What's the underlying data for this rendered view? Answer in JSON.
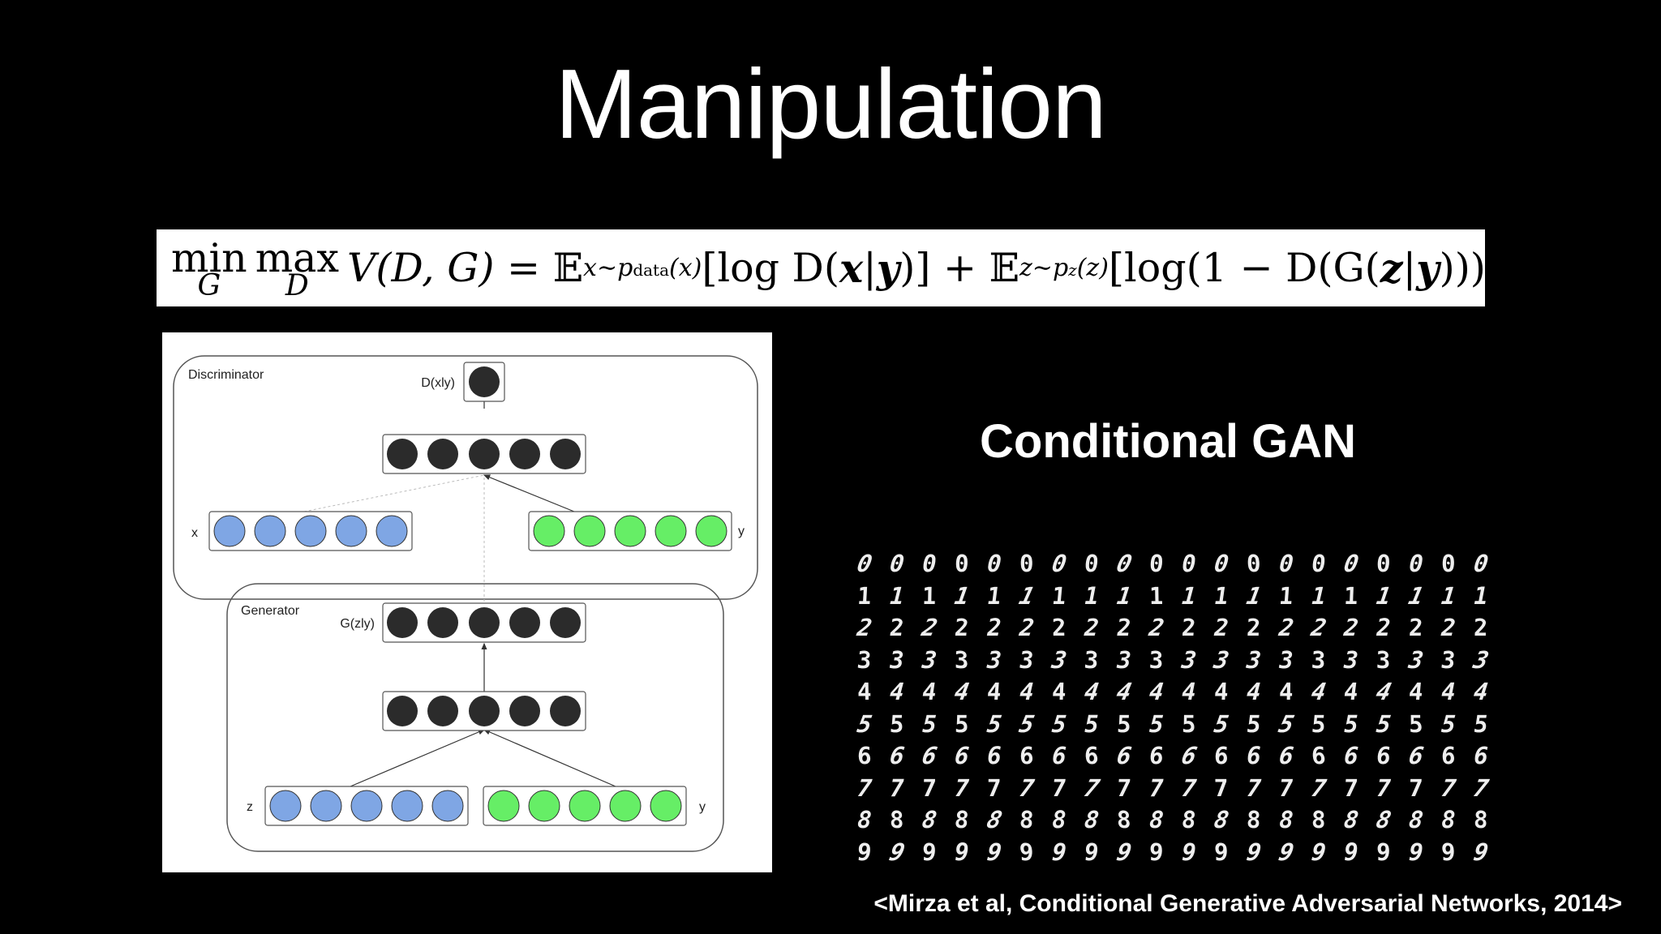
{
  "slide": {
    "title": "Manipulation",
    "subtitle": "Conditional GAN",
    "citation": "<Mirza et al, Conditional Generative Adversarial Networks, 2014>"
  },
  "formula": {
    "min_word": "min",
    "min_under": "G",
    "max_word": "max",
    "max_under": "D",
    "lhs": "V(D, G) =",
    "e1": "𝔼",
    "e1_sub": "x∼p",
    "e1_subsub": "data",
    "e1_subarg": "(x)",
    "term1": "[log D(",
    "x": "x",
    "bar1": "|",
    "y1": "y",
    "close1": ")] +",
    "e2": "𝔼",
    "e2_sub": "z∼p",
    "e2_subsub": "z",
    "e2_subarg": "(z)",
    "term2": "[log(1 − D(G(",
    "z": "z",
    "bar2": "|",
    "y2": "y",
    "close2": "))))]."
  },
  "diagram": {
    "discriminator_label": "Discriminator",
    "generator_label": "Generator",
    "d_output_label": "D(xly)",
    "g_output_label": "G(zly)",
    "x_label": "x",
    "y_top_label": "y",
    "z_label": "z",
    "y_bottom_label": "y",
    "colors": {
      "dark_node": "#2b2b2b",
      "blue_node": "#7fa6e4",
      "green_node": "#66ee66"
    }
  },
  "digits": {
    "rows": [
      [
        "0",
        "0",
        "0",
        "0",
        "0",
        "0",
        "0",
        "0",
        "0",
        "0",
        "0",
        "0",
        "0",
        "0",
        "0",
        "0",
        "0",
        "0",
        "0",
        "0"
      ],
      [
        "1",
        "1",
        "1",
        "1",
        "1",
        "1",
        "1",
        "1",
        "1",
        "1",
        "1",
        "1",
        "1",
        "1",
        "1",
        "1",
        "1",
        "1",
        "1",
        "1"
      ],
      [
        "2",
        "2",
        "2",
        "2",
        "2",
        "2",
        "2",
        "2",
        "2",
        "2",
        "2",
        "2",
        "2",
        "2",
        "2",
        "2",
        "2",
        "2",
        "2",
        "2"
      ],
      [
        "3",
        "3",
        "3",
        "3",
        "3",
        "3",
        "3",
        "3",
        "3",
        "3",
        "3",
        "3",
        "3",
        "3",
        "3",
        "3",
        "3",
        "3",
        "3",
        "3"
      ],
      [
        "4",
        "4",
        "4",
        "4",
        "4",
        "4",
        "4",
        "4",
        "4",
        "4",
        "4",
        "4",
        "4",
        "4",
        "4",
        "4",
        "4",
        "4",
        "4",
        "4"
      ],
      [
        "5",
        "5",
        "5",
        "5",
        "5",
        "5",
        "5",
        "5",
        "5",
        "5",
        "5",
        "5",
        "5",
        "5",
        "5",
        "5",
        "5",
        "5",
        "5",
        "5"
      ],
      [
        "6",
        "6",
        "6",
        "6",
        "6",
        "6",
        "6",
        "6",
        "6",
        "6",
        "6",
        "6",
        "6",
        "6",
        "6",
        "6",
        "6",
        "6",
        "6",
        "6"
      ],
      [
        "7",
        "7",
        "7",
        "7",
        "7",
        "7",
        "7",
        "7",
        "7",
        "7",
        "7",
        "7",
        "7",
        "7",
        "7",
        "7",
        "7",
        "7",
        "7",
        "7"
      ],
      [
        "8",
        "8",
        "8",
        "8",
        "8",
        "8",
        "8",
        "8",
        "8",
        "8",
        "8",
        "8",
        "8",
        "8",
        "8",
        "8",
        "8",
        "8",
        "8",
        "8"
      ],
      [
        "9",
        "9",
        "9",
        "9",
        "9",
        "9",
        "9",
        "9",
        "9",
        "9",
        "9",
        "9",
        "9",
        "9",
        "9",
        "9",
        "9",
        "9",
        "9",
        "9"
      ]
    ]
  }
}
